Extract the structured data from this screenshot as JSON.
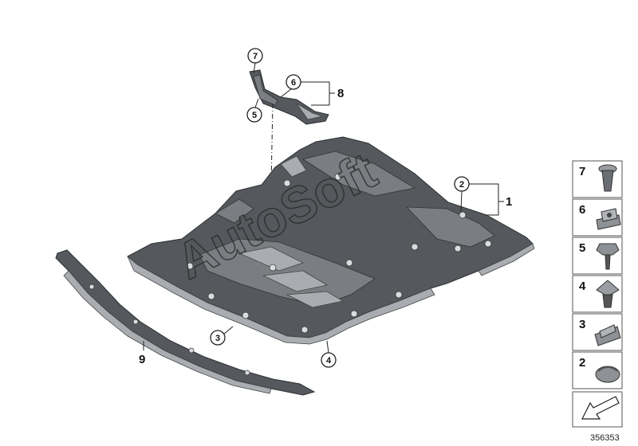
{
  "diagram": {
    "callouts": {
      "c7": "7",
      "c6": "6",
      "c8": "8",
      "c5": "5",
      "c2": "2",
      "c1": "1",
      "c3": "3",
      "c4": "4",
      "c9": "9"
    },
    "watermark": "AutoSoft",
    "reference_number": "356353"
  },
  "legend": {
    "items": [
      {
        "number": "7",
        "icon": "push-rivet-icon"
      },
      {
        "number": "6",
        "icon": "clip-nut-icon"
      },
      {
        "number": "5",
        "icon": "hex-screw-icon"
      },
      {
        "number": "4",
        "icon": "expansion-nut-icon"
      },
      {
        "number": "3",
        "icon": "spring-clip-icon"
      },
      {
        "number": "2",
        "icon": "grommet-icon"
      }
    ],
    "nav_icon": "arrow-back-icon"
  }
}
